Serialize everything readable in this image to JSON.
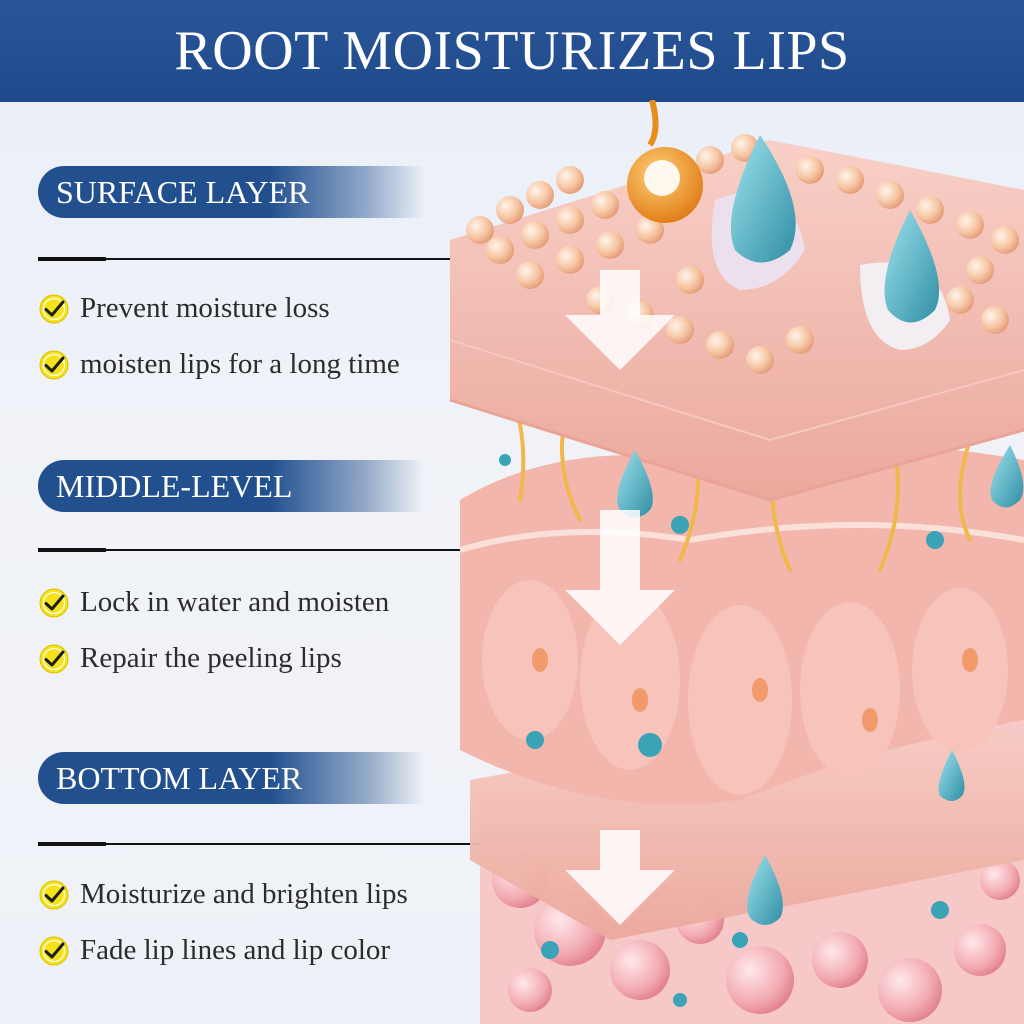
{
  "title": "ROOT MOISTURIZES LIPS",
  "colors": {
    "header": "#1e4a8c",
    "label_pill": "#22508f",
    "check": "#f5e21a",
    "skin": "#f3bfb3",
    "droplet": "#4aa6b8"
  },
  "sections": [
    {
      "label": "SURFACE LAYER",
      "bullets": [
        "Prevent moisture loss",
        "moisten lips for a long time"
      ]
    },
    {
      "label": "MIDDLE-LEVEL",
      "bullets": [
        "Lock in water and moisten",
        "Repair the peeling lips"
      ]
    },
    {
      "label": "BOTTOM LAYER",
      "bullets": [
        "Moisturize and brighten lips",
        "Fade lip lines and lip color"
      ]
    }
  ],
  "icons": {
    "check": "check-circle-icon",
    "target": "crosshair-icon",
    "arrow": "arrow-down-icon"
  }
}
